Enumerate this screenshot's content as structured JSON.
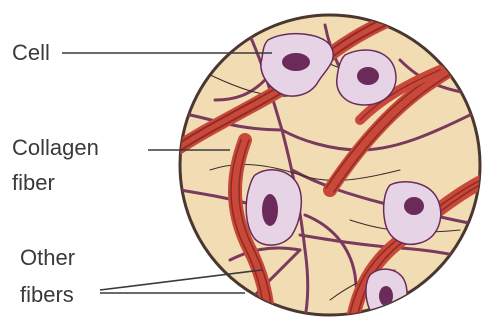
{
  "labels": {
    "cell": "Cell",
    "collagen_line1": "Collagen",
    "collagen_line2": "fiber",
    "other_line1": "Other",
    "other_line2": "fibers"
  },
  "colors": {
    "ground_substance": "#f1dcb3",
    "circle_outline": "#4a3730",
    "collagen_fiber": "#c9483a",
    "collagen_dark": "#8f2d25",
    "other_fiber": "#7a3a5e",
    "cell_body": "#e6d4e6",
    "cell_nucleus": "#6b2a5a",
    "leader_line": "#3a3a3a"
  }
}
